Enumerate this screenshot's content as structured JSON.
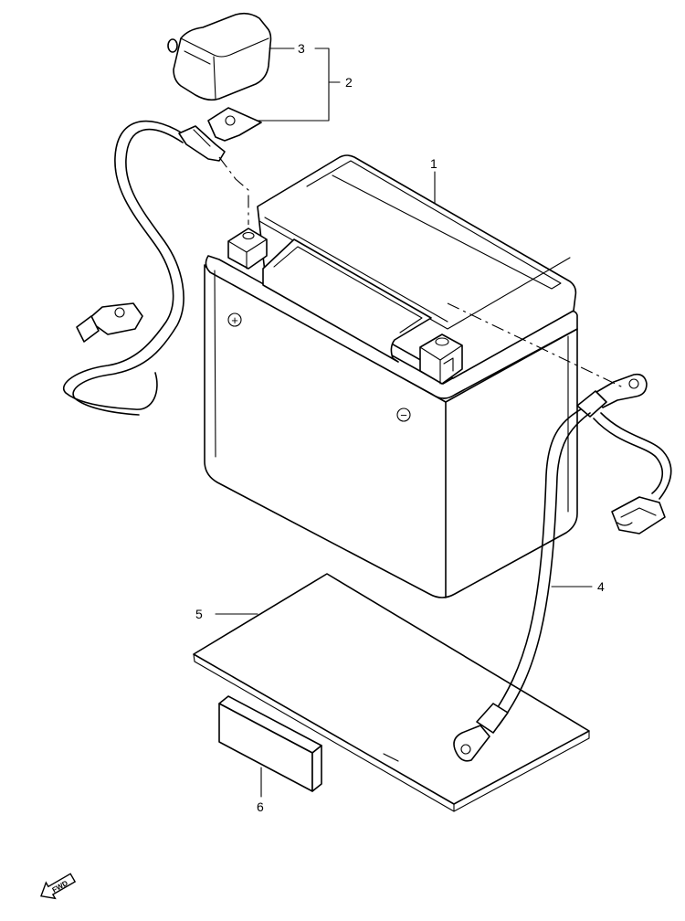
{
  "callouts": [
    {
      "id": "1",
      "label": "1"
    },
    {
      "id": "2",
      "label": "2"
    },
    {
      "id": "3",
      "label": "3"
    },
    {
      "id": "4",
      "label": "4"
    },
    {
      "id": "5",
      "label": "5"
    },
    {
      "id": "6",
      "label": "6"
    }
  ],
  "terminal_marks": {
    "positive": "+",
    "negative": "−"
  },
  "direction_badge": {
    "label": "FWD",
    "icon": "forward-arrow-icon"
  }
}
